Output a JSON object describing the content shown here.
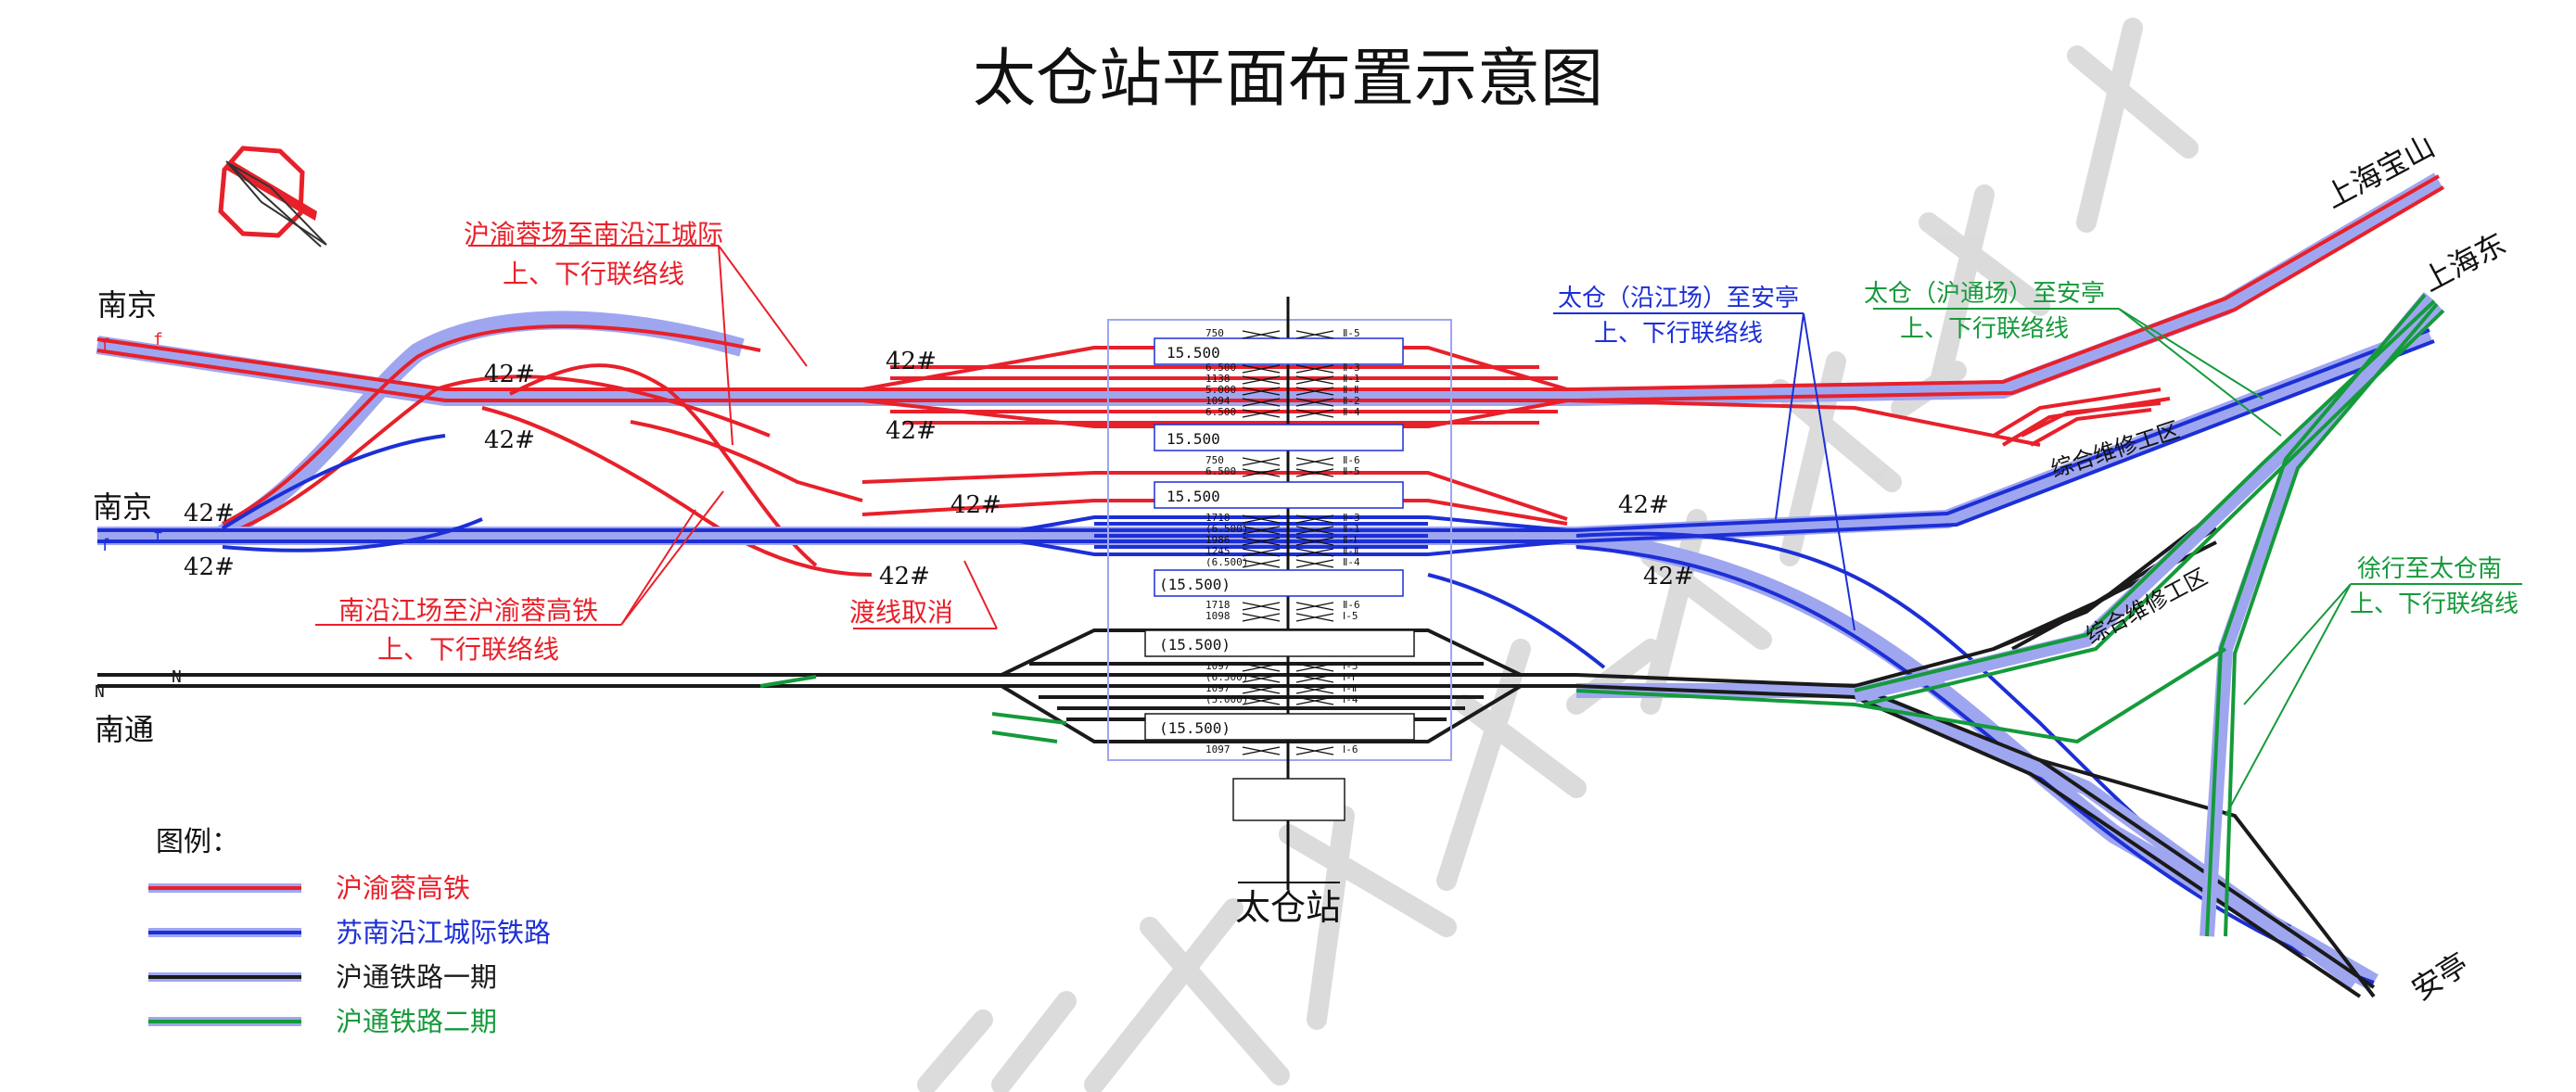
{
  "title": "太仓站平面布置示意图",
  "station": {
    "name": "太仓站",
    "elevation": "15.500"
  },
  "directions": {
    "nanjing_top": "南京",
    "nanjing_mid": "南京",
    "nantong": "南通",
    "shanghai_baoshan": "上海宝山",
    "shanghai_east": "上海东",
    "anting": "安亭"
  },
  "track_codes": {
    "f": "f",
    "N": "N"
  },
  "switch_label": "42#",
  "callouts": {
    "huyurong_city": [
      "沪渝蓉场至南沿江城际",
      "上、下行联络线"
    ],
    "nanyanjiang_hsr": [
      "南沿江场至沪渝蓉高铁",
      "上、下行联络线"
    ],
    "cancel_crossover": "渡线取消",
    "taicang_yanjiang": [
      "太仓（沿江场）至安亭",
      "上、下行联络线"
    ],
    "taicang_hutong": [
      "太仓（沪通场）至安亭",
      "上、下行联络线"
    ],
    "xuxing": [
      "徐行至太仓南",
      "上、下行联络线"
    ]
  },
  "depots": [
    "综合维修工区",
    "综合维修工区"
  ],
  "platform_labels": [
    "15.500",
    "15.500",
    "15.500",
    "(15.500)",
    "(15.500)",
    "(15.500)",
    "(15.500)"
  ],
  "track_rows": {
    "red_top": [
      {
        "l": "750",
        "r": "Ⅱ-5"
      },
      {
        "l": "6.500",
        "r": "Ⅱ-3"
      },
      {
        "l": "1138",
        "r": "Ⅱ-1"
      },
      {
        "l": "5.000",
        "r": "Ⅱ-Ⅱ"
      },
      {
        "l": "1094",
        "r": "Ⅱ-2"
      },
      {
        "l": "6.500",
        "r": "Ⅱ-4"
      }
    ],
    "red_bot": [
      {
        "l": "750",
        "r": "Ⅱ-6"
      },
      {
        "l": "6.500",
        "r": "Ⅱ-5"
      }
    ],
    "blue": [
      {
        "l": "1718",
        "r": "Ⅱ-3"
      },
      {
        "l": "(6.500)",
        "r": "Ⅱ-1"
      },
      {
        "l": "1986",
        "r": "Ⅱ-Ⅰ"
      },
      {
        "l": "1245",
        "r": "Ⅱ-Ⅱ"
      },
      {
        "l": "(6.500)",
        "r": "Ⅱ-4"
      }
    ],
    "black": [
      {
        "l": "1718",
        "r": "Ⅱ-6"
      },
      {
        "l": "1098",
        "r": "Ⅰ-5"
      },
      {
        "l": "1097",
        "r": "Ⅰ-3"
      },
      {
        "l": "(6.500)",
        "r": "Ⅰ-Ⅰ"
      },
      {
        "l": "1097",
        "r": "Ⅰ-Ⅱ"
      },
      {
        "l": "(5.000)",
        "r": "Ⅰ-4"
      },
      {
        "l": "1097",
        "r": "Ⅰ-6"
      }
    ]
  },
  "legend": {
    "title": "图例：",
    "items": [
      {
        "label": "沪渝蓉高铁",
        "color": "#e8202a"
      },
      {
        "label": "苏南沿江城际铁路",
        "color": "#1c2fd6"
      },
      {
        "label": "沪通铁路一期",
        "color": "#1a1a1a"
      },
      {
        "label": "沪通铁路二期",
        "color": "#159a3b"
      }
    ]
  },
  "watermark": "正在工程征求意见稿南京"
}
